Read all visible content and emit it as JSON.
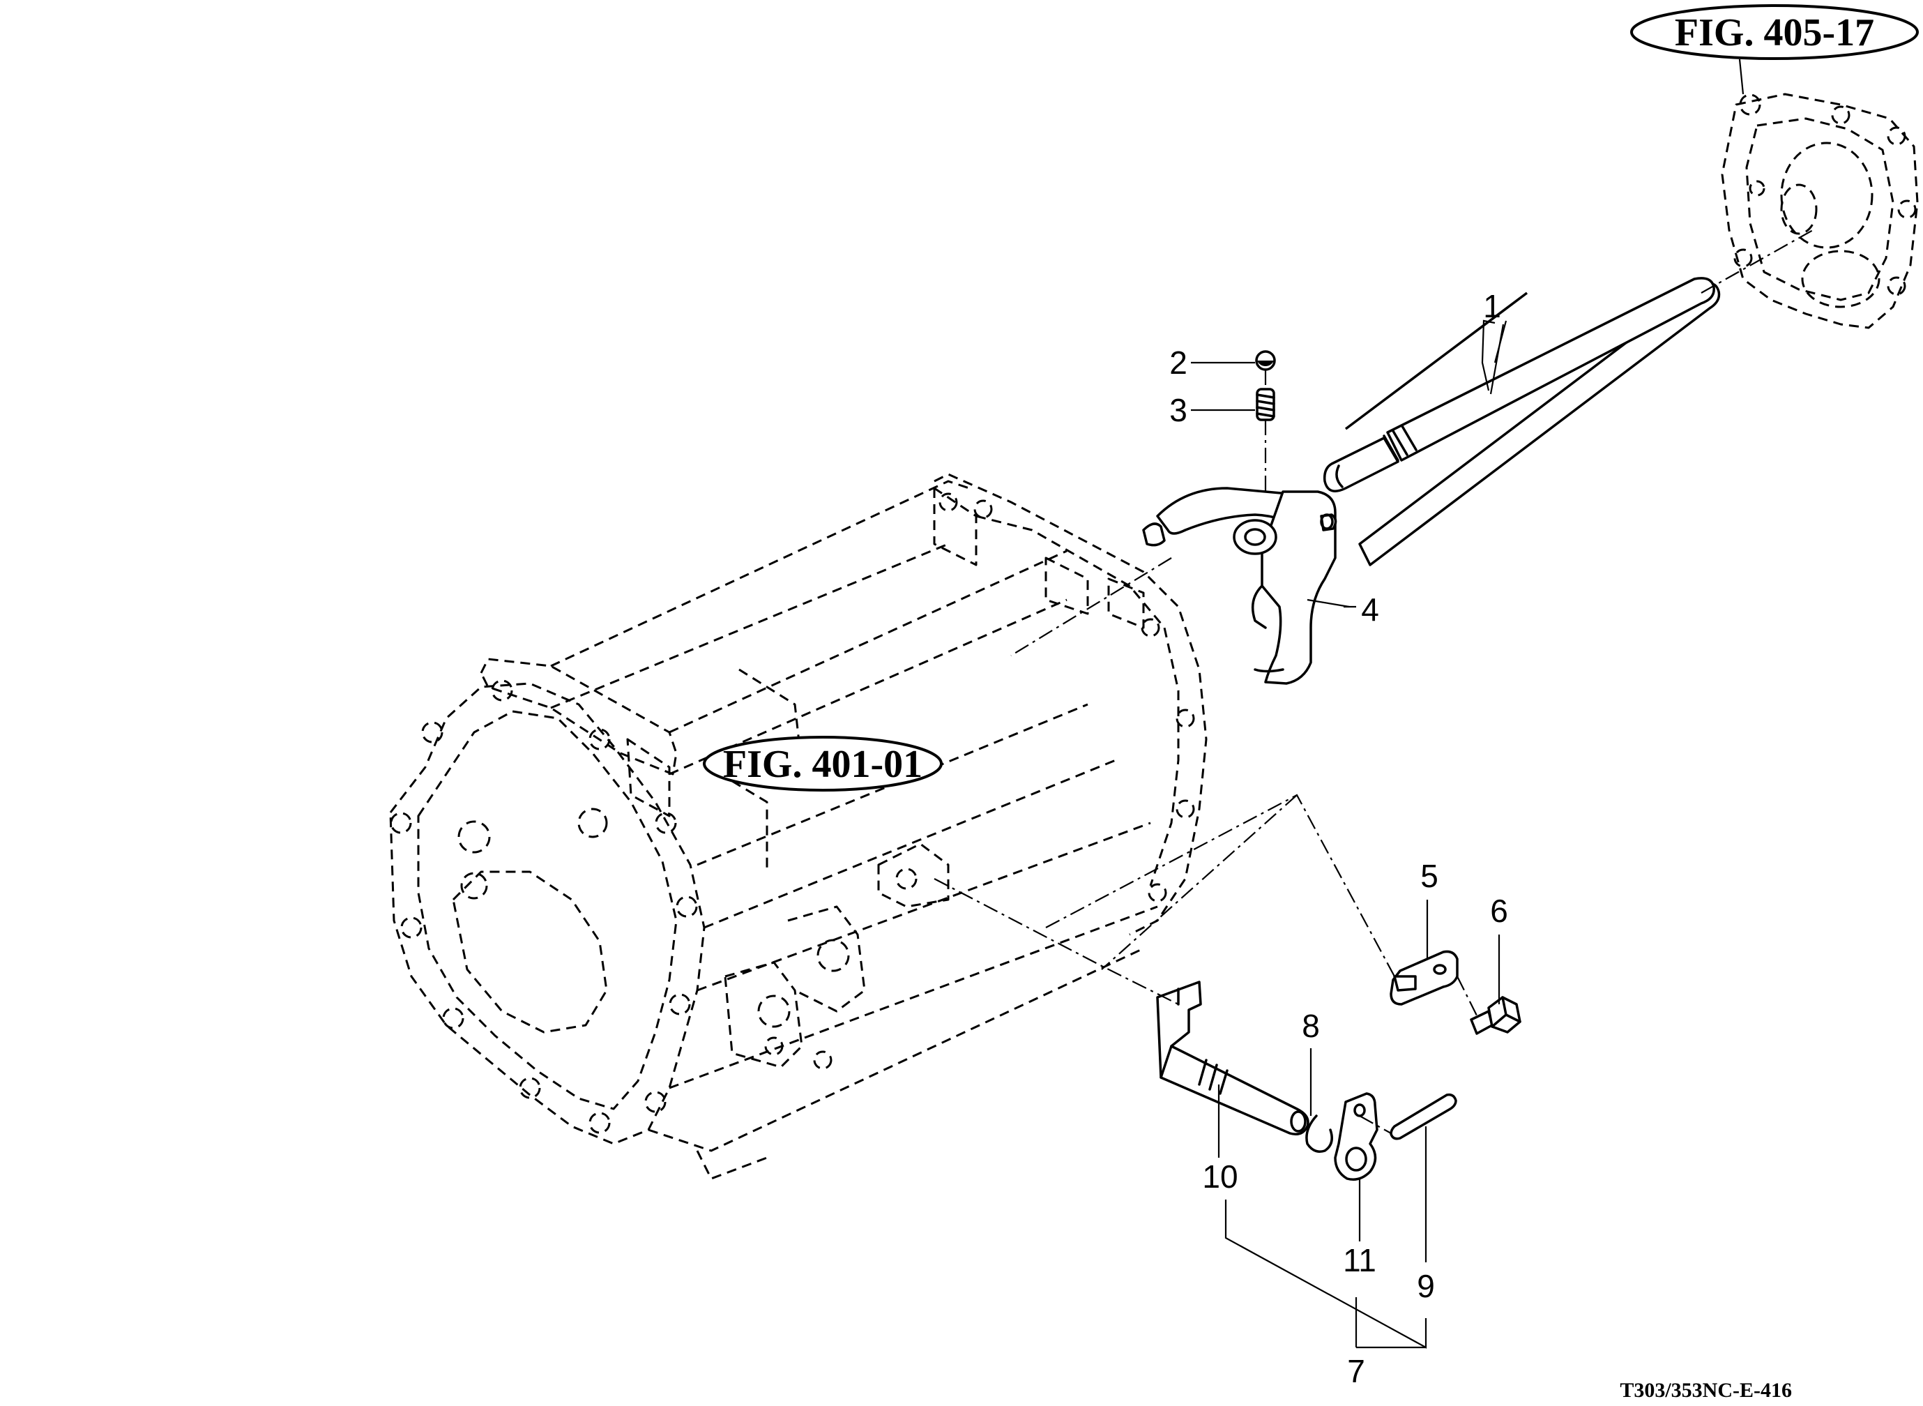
{
  "figure_refs": {
    "top_right": "FIG. 405-17",
    "center": "FIG. 401-01"
  },
  "callouts": {
    "c1": "1",
    "c2": "2",
    "c3": "3",
    "c4": "4",
    "c5": "5",
    "c6": "6",
    "c7": "7",
    "c8": "8",
    "c9": "9",
    "c10": "10",
    "c11": "11"
  },
  "drawing_code": "T303/353NC-E-416"
}
